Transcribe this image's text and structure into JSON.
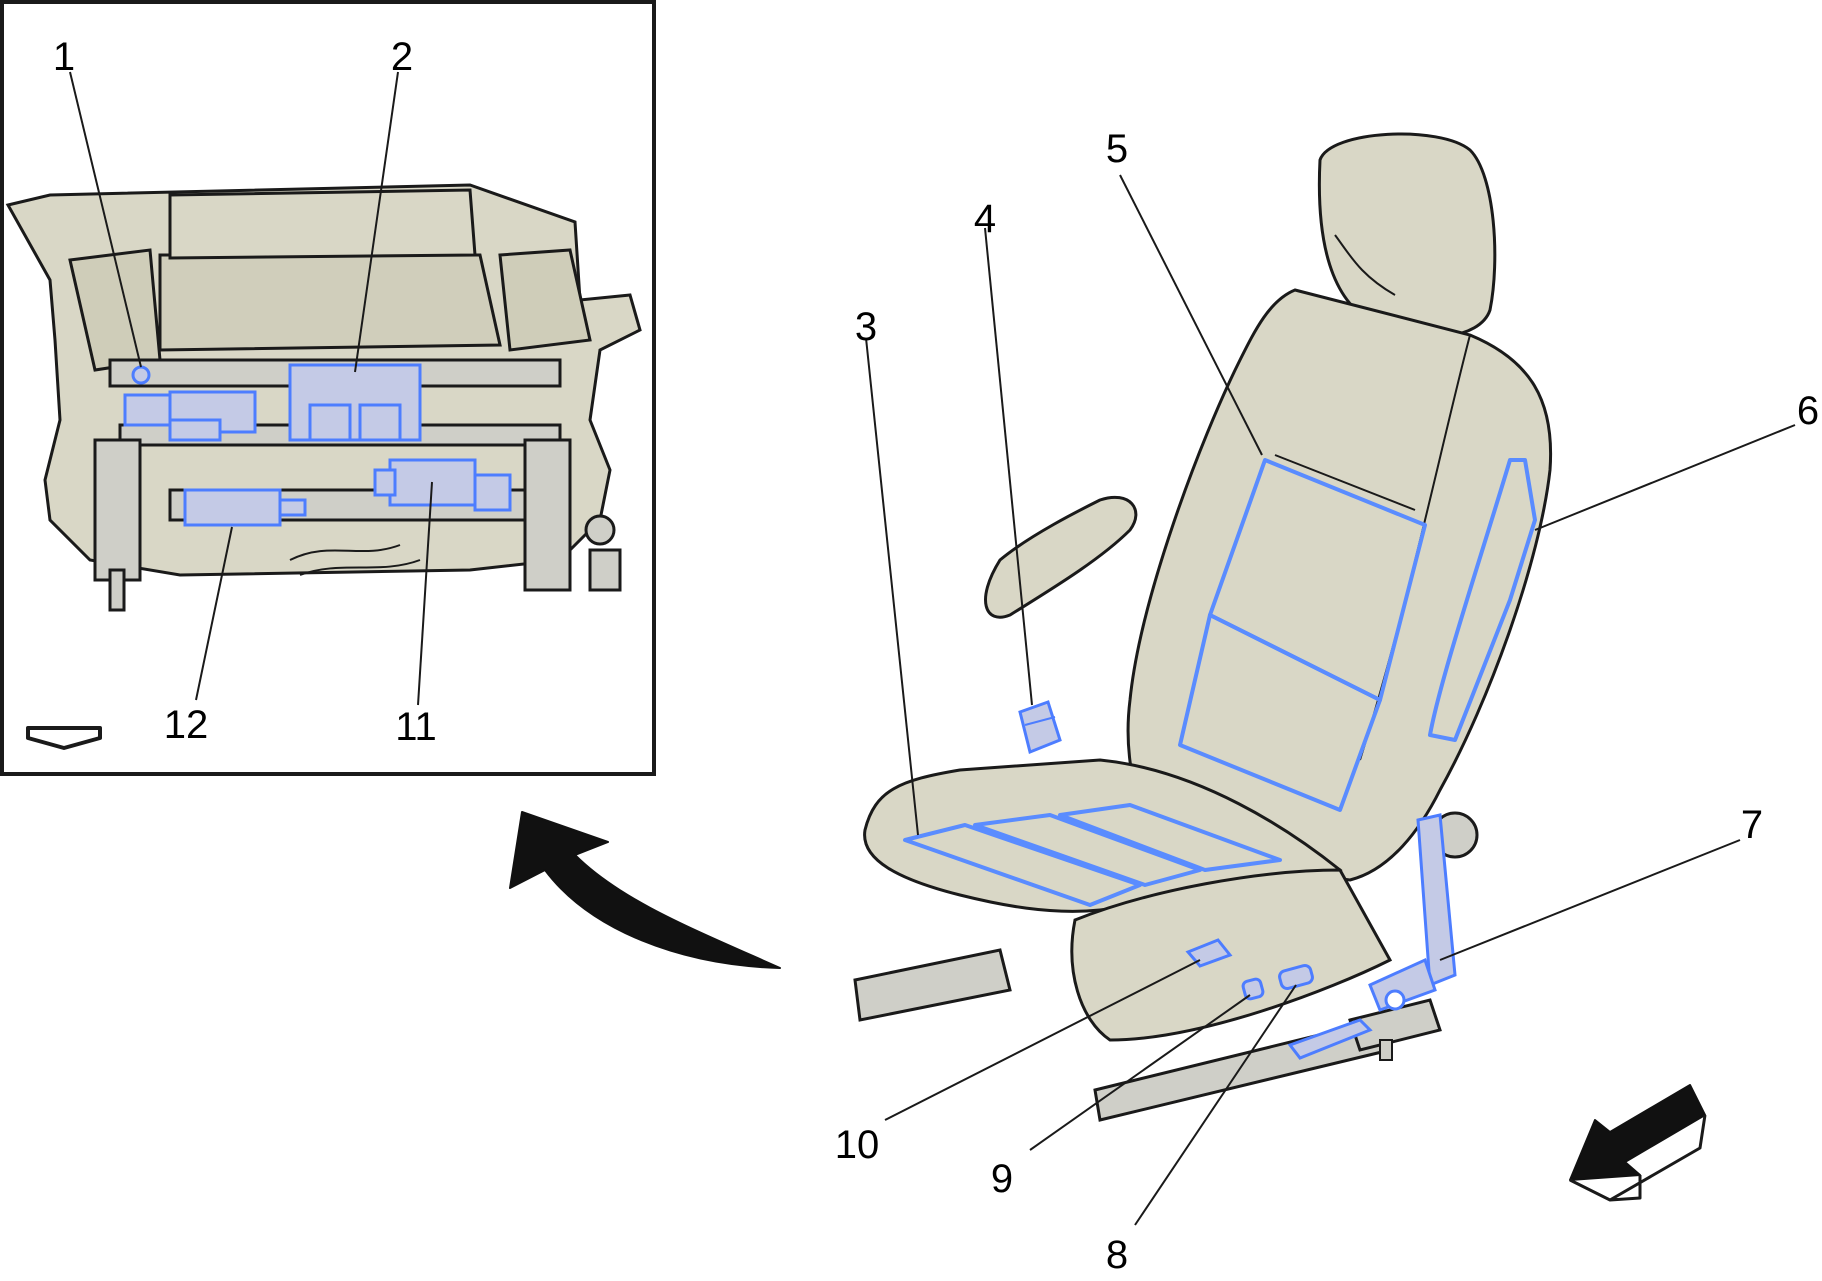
{
  "colors": {
    "background": "#ffffff",
    "upholstery": "#d9d7c6",
    "upholstery_shadow": "#c8c6b3",
    "outline": "#1a1a1a",
    "highlight": "#5a8cff",
    "highlight_fill": "#c4cae6",
    "frame_metal": "#cfcfc8"
  },
  "callouts": {
    "c1": "1",
    "c2": "2",
    "c3": "3",
    "c4": "4",
    "c5": "5",
    "c6": "6",
    "c7": "7",
    "c8": "8",
    "c9": "9",
    "c10": "10",
    "c11": "11",
    "c12": "12"
  },
  "icons": {
    "inset_direction": "forward-arrow-icon",
    "view_transition": "curved-arrow-icon",
    "vehicle_front": "vehicle-front-arrow-icon"
  }
}
